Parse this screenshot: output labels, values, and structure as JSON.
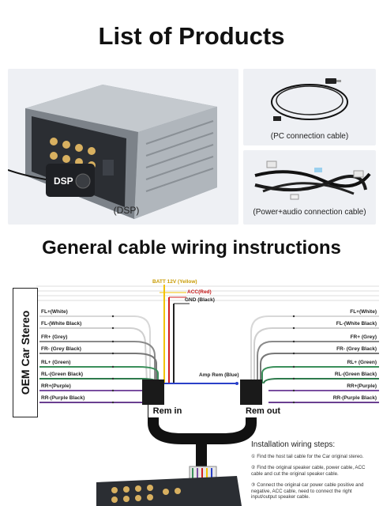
{
  "titles": {
    "list_of_products": "List of Products",
    "wiring_instructions": "General cable wiring instructions"
  },
  "products": {
    "dsp": "(DSP)",
    "pc_cable": "(PC connection cable)",
    "power_audio_cable": "(Power+audio connection cable)"
  },
  "wiring": {
    "oem_label": "OEM Car Stereo",
    "top_wires": [
      "BATT 12V (Yellow)",
      "ACC(Red)",
      "GND (Black)"
    ],
    "amp_rem": "Amp Rem (Blue)",
    "left_wires": [
      "FL+(White)",
      "FL-(White Black)",
      "FR+ (Grey)",
      "FR- (Grey Black)",
      "RL+ (Green)",
      "RL-(Green Black)",
      "RR+(Purple)",
      "RR-(Purple Black)"
    ],
    "right_wires": [
      "FL+(White)",
      "FL-(White Black)",
      "FR+ (Grey)",
      "FR- (Grey Black)",
      "RL+ (Green)",
      "RL-(Green Black)",
      "RR+(Purple)",
      "RR-(Purple Black)"
    ],
    "rem_in": "Rem in",
    "rem_out": "Rem out"
  },
  "install": {
    "title": "Installation wiring steps:",
    "steps": [
      "① Find the host tail cable for the Car original stereo.",
      "② Find the original speaker cable, power cable, ACC cable and cut the original speaker cable.",
      "③ Connect the original car power cable positive and negative, ACC cable, need to connect the right input/output speaker cable."
    ]
  },
  "colors": {
    "white_wire": "#d8d8d8",
    "grey_wire": "#8a8a8a",
    "green_wire": "#3a8f5a",
    "purple_wire": "#7a4fa0",
    "yellow_wire": "#f2c200",
    "red_wire": "#d42020",
    "blue_wire": "#2a40c8",
    "black_wire": "#222222"
  }
}
